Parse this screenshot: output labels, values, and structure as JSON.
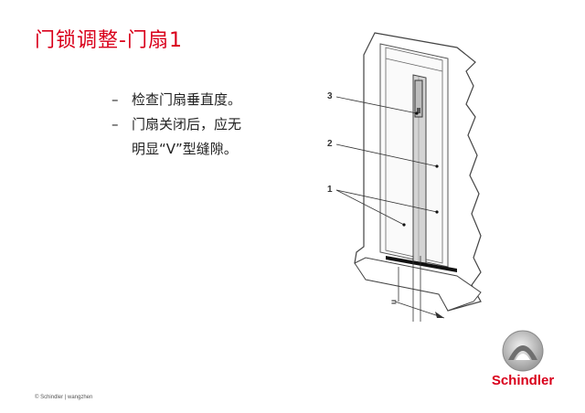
{
  "slide": {
    "title": "门锁调整-门扇1",
    "bullets": [
      {
        "marker": "–",
        "lines": [
          "检查门扇垂直度。"
        ]
      },
      {
        "marker": "–",
        "lines": [
          "门扇关闭后，应无",
          "明显“V”型缝隙。"
        ]
      }
    ]
  },
  "diagram": {
    "labels": [
      "3",
      "2",
      "1"
    ],
    "equal_sign": "="
  },
  "footer": {
    "text": "© Schindler | wangzhen"
  },
  "logo": {
    "wordmark": "Schindler"
  },
  "colors": {
    "accent": "#d9001b"
  }
}
